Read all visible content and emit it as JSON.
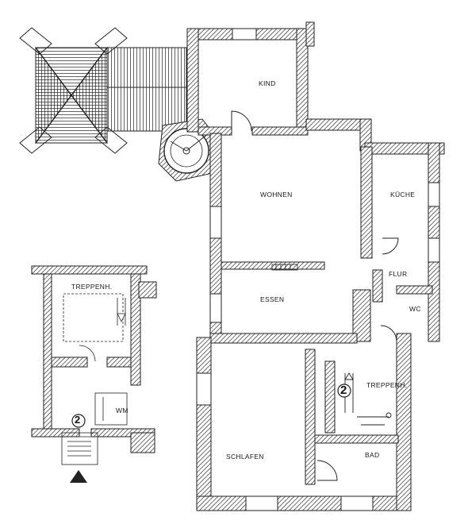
{
  "rooms": {
    "kind": "KIND",
    "wohnen": "WOHNEN",
    "kueche": "KÜCHE",
    "flur": "FLUR",
    "wc": "WC",
    "essen": "ESSEN",
    "treppenhaus_main": "TREPPENH.",
    "schlafen": "SCHLAFEN",
    "bad": "BAD"
  },
  "inset": {
    "treppenhaus": "TREPPENH.",
    "wm": "WM",
    "marker": "2"
  },
  "main_marker": "2"
}
